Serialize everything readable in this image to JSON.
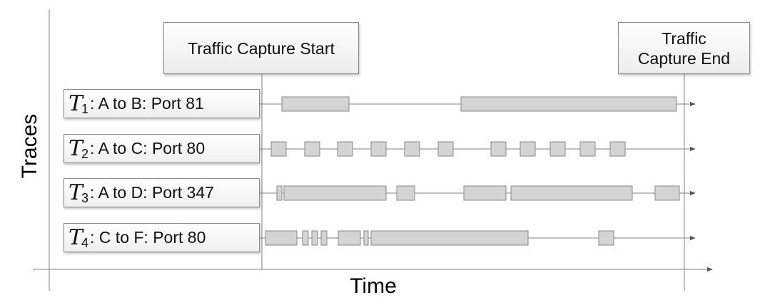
{
  "axes": {
    "y_label": "Traces",
    "x_label": "Time"
  },
  "markers": {
    "start": {
      "label": "Traffic Capture Start"
    },
    "end": {
      "label_line1": "Traffic",
      "label_line2": "Capture End"
    }
  },
  "traces": [
    {
      "symbol": "T",
      "subscript": "1",
      "text": ": A to B: Port 81"
    },
    {
      "symbol": "T",
      "subscript": "2",
      "text": ": A to C: Port 80"
    },
    {
      "symbol": "T",
      "subscript": "3",
      "text": ": A to D: Port 347"
    },
    {
      "symbol": "T",
      "subscript": "4",
      "text": ": C to F: Port 80"
    }
  ],
  "colors": {
    "segment_fill": "#d4d4d4",
    "segment_stroke": "#8a8a8a",
    "line": "#808080"
  }
}
